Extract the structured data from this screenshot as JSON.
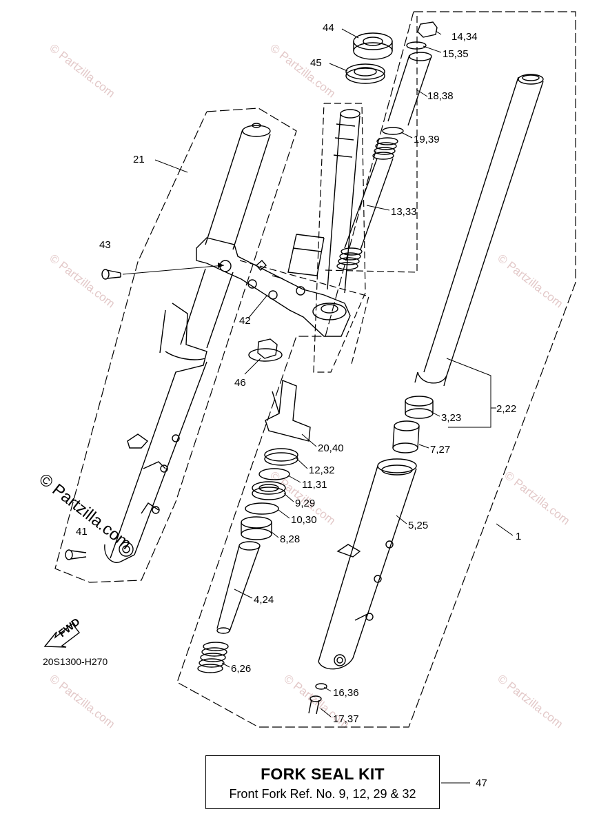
{
  "watermark": "© Partzilla.com",
  "diagram_code": "20S1300-H270",
  "fwd_label": "FWD",
  "fork_seal_kit": {
    "title": "FORK SEAL KIT",
    "subtitle": "Front Fork Ref. No. 9, 12, 29 & 32",
    "ref": "47"
  },
  "callouts": {
    "c1": "1",
    "c2_22": "2,22",
    "c3_23": "3,23",
    "c4_24": "4,24",
    "c5_25": "5,25",
    "c6_26": "6,26",
    "c7_27": "7,27",
    "c8_28": "8,28",
    "c9_29": "9,29",
    "c10_30": "10,30",
    "c11_31": "11,31",
    "c12_32": "12,32",
    "c13_33": "13,33",
    "c14_34": "14,34",
    "c15_35": "15,35",
    "c16_36": "16,36",
    "c17_37": "17,37",
    "c18_38": "18,38",
    "c19_39": "19,39",
    "c20_40": "20,40",
    "c21": "21",
    "c41": "41",
    "c42": "42",
    "c43": "43",
    "c44": "44",
    "c45": "45",
    "c46": "46"
  }
}
